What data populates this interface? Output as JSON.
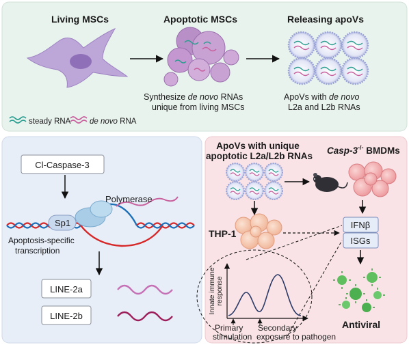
{
  "top": {
    "stage1": "Living MSCs",
    "stage2": "Apoptotic MSCs",
    "stage3": "Releasing apoVs",
    "synth_line1": "Synthesize ",
    "synth_italic": "de novo",
    "synth_line1_end": " RNAs",
    "synth_line2": "unique from living MSCs",
    "apov_line1": "ApoVs with ",
    "apov_italic": "de novo",
    "apov_line2": "L2a and L2b RNAs",
    "legend_steady": "steady RNA",
    "legend_denovo": "de novo",
    "legend_denovo_suffix": " RNA"
  },
  "left": {
    "caspase": "Cl-Caspase-3",
    "polymerase": "Polymerase",
    "sp1": "Sp1",
    "apop_line1": "Apoptosis-specific",
    "apop_line2": "transcription",
    "line2a": "LINE-2a",
    "line2b": "LINE-2b"
  },
  "right": {
    "title_line1": "ApoVs with unique",
    "title_line2": "apoptotic L2a/L2b RNAs",
    "casp_name": "Casp-3",
    "casp_sup": "-/-",
    "casp_suffix": " BMDMs",
    "thp1": "THP-1",
    "ifnb": "IFNβ",
    "isgs": "ISGs",
    "antiviral": "Antiviral",
    "plot_ylabel_1": "Innate immune",
    "plot_ylabel_2": "response",
    "primary_1": "Primary",
    "primary_2": "stimulation",
    "secondary_1": "Secondary",
    "secondary_2": "exposure to pathogen"
  },
  "colors": {
    "top_panel": "#e9f3ee",
    "left_panel": "#e7eef8",
    "right_panel": "#f9e3e6",
    "steady_rna": "#2a9d8f",
    "denovo_rna": "#c7609c",
    "virus": "#4caf50"
  }
}
